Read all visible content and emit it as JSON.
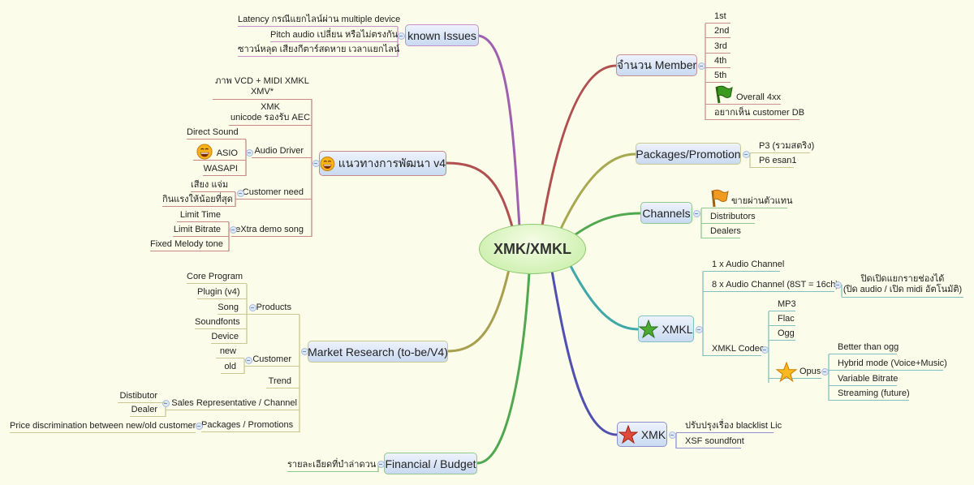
{
  "center": {
    "label": "XMK/XMKL"
  },
  "known_issues": {
    "label": "known Issues",
    "items": [
      "Latency กรณีแยกไลน์ผ่าน multiple device",
      "Pitch audio เปลี่ยน หรือไม่ตรงกัน",
      "ซาวน์หลุด  เสียงกีตาร์สดหาย เวลาแยกไลน์"
    ]
  },
  "v4": {
    "label": "แนวทางการพัฒนา v4",
    "icon": "smiley-icon",
    "items": [
      "ภาพ VCD + MIDI XMKL\nXMV*",
      "XMK\nunicode รองรับ AEC"
    ],
    "audio_driver": {
      "label": "Audio Driver",
      "items": [
        "Direct Sound",
        "ASIO",
        "WASAPI"
      ]
    },
    "customer_need": {
      "label": "Customer need",
      "items": [
        "เสียง แจ่ม",
        "กินแรงให้น้อยที่สุด"
      ]
    },
    "extra_demo": {
      "label": "eXtra demo song",
      "items": [
        "Limit Time",
        "Limit Bitrate",
        "Fixed Melody tone"
      ]
    }
  },
  "market": {
    "label": "Market Research (to-be/V4)",
    "products": {
      "label": "Products",
      "items": [
        "Core Program",
        "Plugin (v4)",
        "Song",
        "Soundfonts",
        "Device"
      ]
    },
    "customer": {
      "label": "Customer",
      "items": [
        "new",
        "old"
      ]
    },
    "trend": "Trend",
    "sales": {
      "label": "Sales Representative / Channel",
      "items": [
        "Distibutor",
        "Dealer"
      ]
    },
    "packages": {
      "label": "Packages / Promotions",
      "items": [
        "Price discrimination between new/old customer"
      ]
    }
  },
  "financial": {
    "label": "Financial / Budget",
    "items": [
      "รายละเอียดที่บำล่าดวน"
    ]
  },
  "member": {
    "label": "จำนวน Member",
    "items": [
      "1st",
      "2nd",
      "3rd",
      "4th",
      "5th",
      "Overall 4xx",
      "อยากเห็น customer DB"
    ]
  },
  "packages": {
    "label": "Packages/Promotion",
    "items": [
      "P3 (รวมสตริง)",
      "P6 esan1"
    ]
  },
  "channels": {
    "label": "Channels",
    "items": [
      "ขายผ่านตัวแทน",
      "Distributors",
      "Dealers"
    ]
  },
  "xmkl": {
    "label": "XMKL",
    "items": [
      "1 x Audio Channel",
      "8 x Audio Channel (8ST = 16ch)"
    ],
    "channel_note": "ปิดเปิดแยกรายช่องได้\n(ปิด audio / เปิด midi อัตโนมัติ)",
    "codec": {
      "label": "XMKL Codec",
      "items": [
        "MP3",
        "Flac",
        "Ogg"
      ],
      "opus": {
        "label": "Opus",
        "items": [
          "Better than ogg",
          "Hybrid mode (Voice+Music)",
          "Variable Bitrate",
          "Streaming (future)"
        ]
      }
    }
  },
  "xmk": {
    "label": "XMK",
    "items": [
      "ปรับปรุงเรื่อง blacklist Lic",
      "XSF soundfont"
    ]
  },
  "colors": {
    "purple": "#a060b0",
    "red": "#b05050",
    "olive": "#a8a050",
    "green": "#50a850",
    "teal": "#40a8a8",
    "blue": "#5050b0"
  }
}
